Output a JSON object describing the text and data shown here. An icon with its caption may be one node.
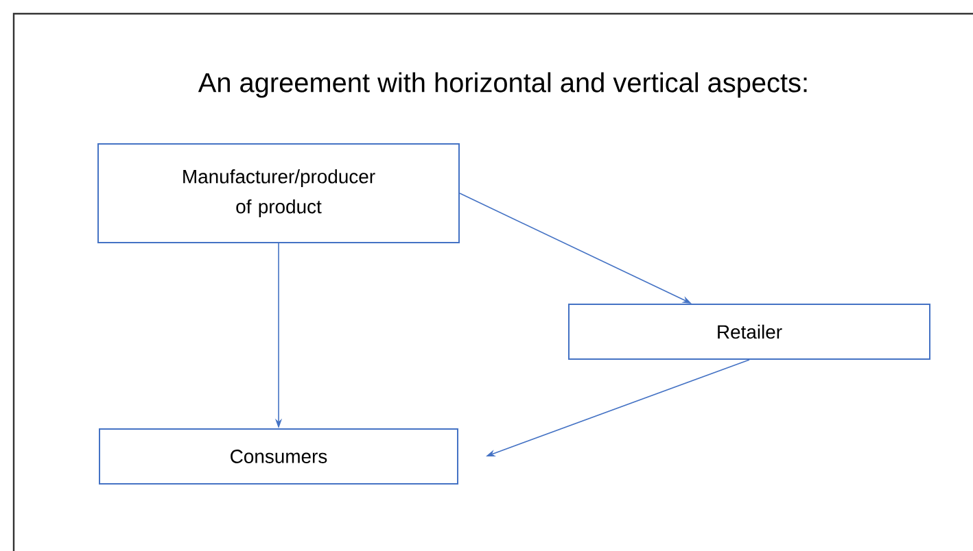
{
  "diagram": {
    "title": "An agreement with horizontal and vertical aspects:",
    "nodes": [
      {
        "text": [
          "Manufacturer/producer of product"
        ]
      },
      {
        "text": [
          "Retailer"
        ]
      },
      {
        "text": [
          "Consumers"
        ]
      }
    ],
    "edges": [
      {
        "from": 0,
        "to": 1,
        "arrow": "to"
      },
      {
        "from": 0,
        "to": 2,
        "arrow": "to"
      },
      {
        "from": 1,
        "to": 2,
        "arrow": "to"
      }
    ]
  }
}
